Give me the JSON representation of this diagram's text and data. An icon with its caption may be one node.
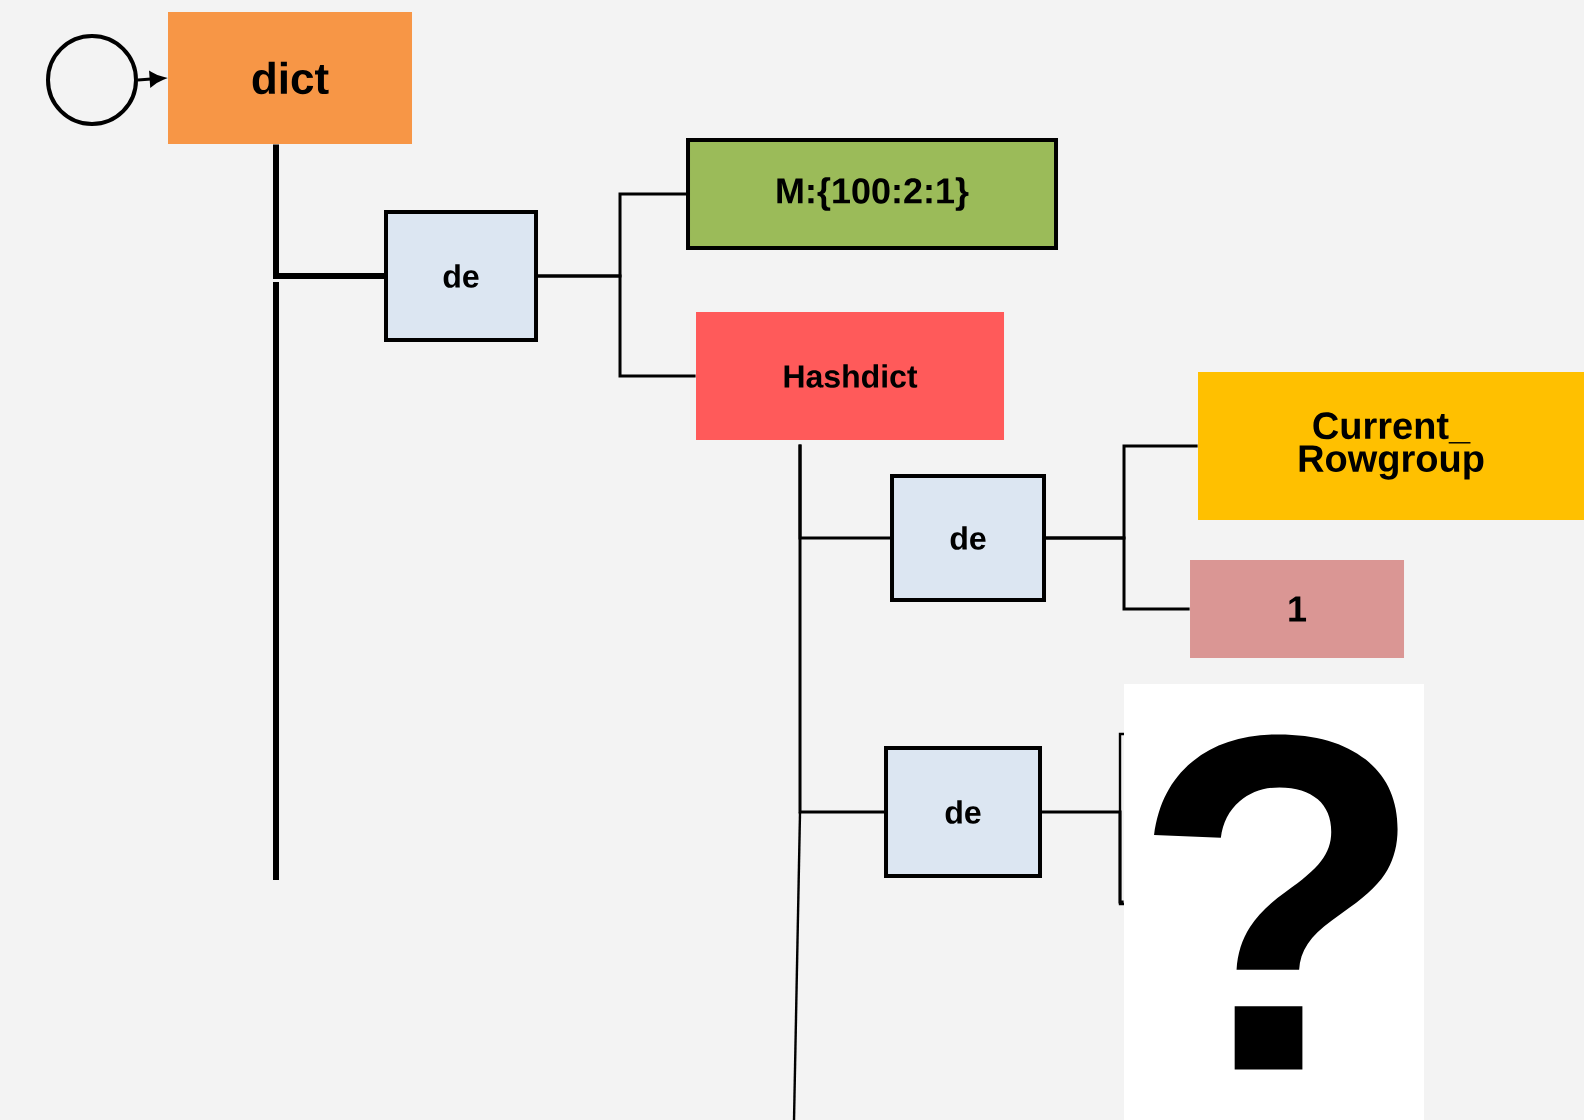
{
  "diagram": {
    "nodes": [
      {
        "text": [],
        "shape": "circle"
      },
      {
        "text": [
          "dict"
        ]
      },
      {
        "text": [
          "de"
        ]
      },
      {
        "text": [
          "M:{100:2:1}"
        ]
      },
      {
        "text": [
          "Hashdict"
        ]
      },
      {
        "text": [
          "de"
        ]
      },
      {
        "text": [
          "Current_ Rowgroup"
        ]
      },
      {
        "text": [
          "1"
        ]
      },
      {
        "text": [
          "de"
        ]
      },
      {
        "text": [
          "?"
        ]
      }
    ],
    "edges": [
      {
        "from": 0,
        "to": 1,
        "arrow": "to"
      },
      {
        "from": 1,
        "to": 2,
        "arrow": "none",
        "style": "thick"
      },
      {
        "from": 2,
        "to": 3,
        "arrow": "none"
      },
      {
        "from": 2,
        "to": 4,
        "arrow": "none"
      },
      {
        "from": 4,
        "to": 5,
        "arrow": "none"
      },
      {
        "from": 4,
        "to": 8,
        "arrow": "none"
      },
      {
        "from": 5,
        "to": 6,
        "arrow": "none"
      },
      {
        "from": 5,
        "to": 7,
        "arrow": "none"
      },
      {
        "from": 8,
        "to": 9,
        "arrow": "none"
      }
    ]
  }
}
